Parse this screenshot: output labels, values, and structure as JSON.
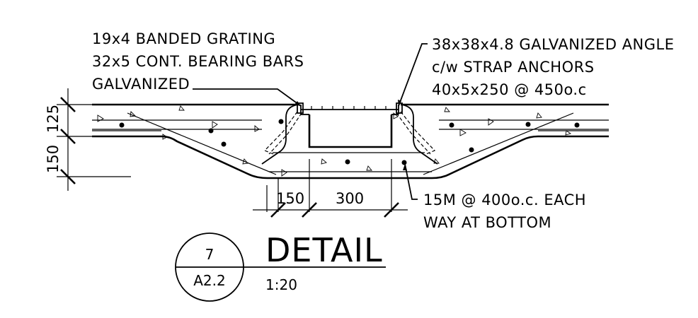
{
  "labels": {
    "grating": [
      "19x4 BANDED GRATING",
      "32x5 CONT. BEARING BARS",
      "GALVANIZED"
    ],
    "angle": [
      "38x38x4.8 GALVANIZED ANGLE",
      "c/w STRAP ANCHORS",
      "40x5x250 @ 450o.c"
    ],
    "rebar": [
      "15M @ 400o.c. EACH",
      "WAY AT BOTTOM"
    ]
  },
  "dimensions": {
    "vertical": [
      "125",
      "150"
    ],
    "horizontal": [
      "150",
      "300"
    ]
  },
  "title_block": {
    "title": "DETAIL",
    "scale": "1:20",
    "detail_number": "7",
    "sheet": "A2.2"
  }
}
